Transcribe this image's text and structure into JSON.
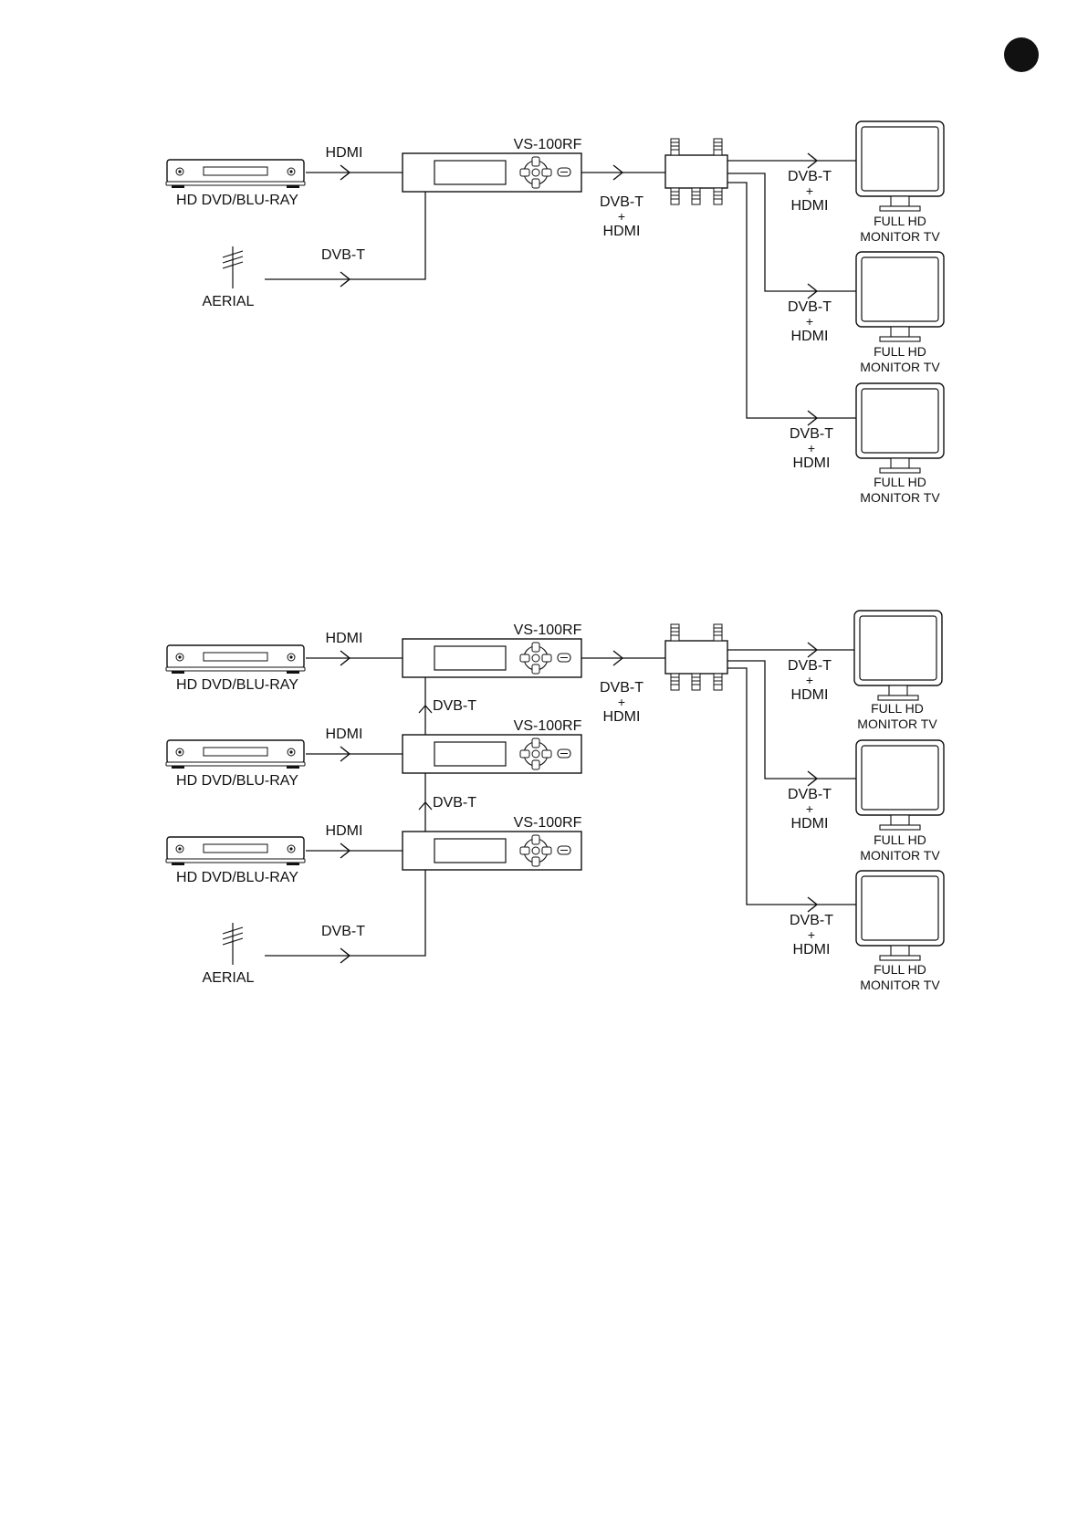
{
  "page": {
    "marker_color": "#111111"
  },
  "diagrams": [
    {
      "label_hdmi": "HDMI",
      "label_dvbt_in": "DVB-T",
      "label_player": "HD DVD/BLU-RAY",
      "label_aerial": "AERIAL",
      "label_modulator": "VS-100RF",
      "output_label": [
        "DVB-T",
        "+",
        "HDMI"
      ],
      "tv_outputs": [
        {
          "signal": [
            "DVB-T",
            "+",
            "HDMI"
          ],
          "tv": [
            "FULL HD",
            "MONITOR TV"
          ]
        },
        {
          "signal": [
            "DVB-T",
            "+",
            "HDMI"
          ],
          "tv": [
            "FULL HD",
            "MONITOR TV"
          ]
        },
        {
          "signal": [
            "DVB-T",
            "+",
            "HDMI"
          ],
          "tv": [
            "FULL HD",
            "MONITOR TV"
          ]
        }
      ]
    },
    {
      "label_hdmi": "HDMI",
      "label_dvbt_in": "DVB-T",
      "label_player": "HD DVD/BLU-RAY",
      "label_aerial": "AERIAL",
      "label_modulator": "VS-100RF",
      "label_chain": "DVB-T",
      "output_label": [
        "DVB-T",
        "+",
        "HDMI"
      ],
      "tv_outputs": [
        {
          "signal": [
            "DVB-T",
            "+",
            "HDMI"
          ],
          "tv": [
            "FULL HD",
            "MONITOR TV"
          ]
        },
        {
          "signal": [
            "DVB-T",
            "+",
            "HDMI"
          ],
          "tv": [
            "FULL HD",
            "MONITOR TV"
          ]
        },
        {
          "signal": [
            "DVB-T",
            "+",
            "HDMI"
          ],
          "tv": [
            "FULL HD",
            "MONITOR TV"
          ]
        }
      ]
    }
  ]
}
